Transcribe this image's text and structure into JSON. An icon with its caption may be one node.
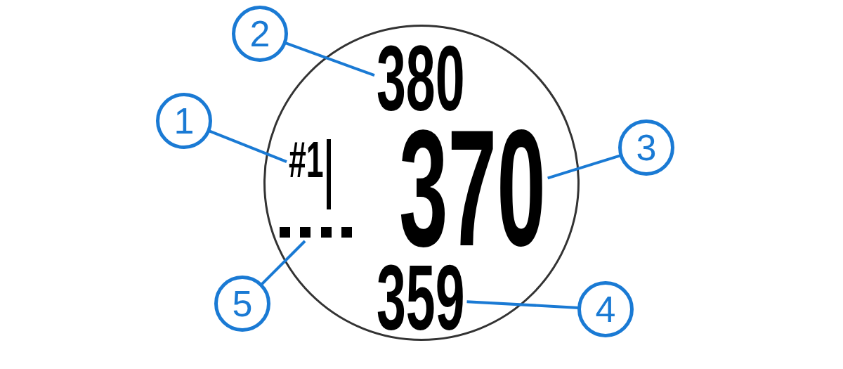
{
  "diagram": {
    "nodes": [
      {
        "text": [],
        "shape": "circle"
      },
      {
        "text": [
          "380"
        ],
        "in": 0
      },
      {
        "text": [
          "#1"
        ],
        "in": 0
      },
      {
        "text": [
          "370"
        ],
        "in": 0
      },
      {
        "text": [],
        "shape": "box",
        "in": 0
      },
      {
        "text": [
          "359"
        ],
        "in": 0
      },
      {
        "text": [
          "1"
        ]
      },
      {
        "text": [
          "2"
        ]
      },
      {
        "text": [
          "3"
        ]
      },
      {
        "text": [
          "4"
        ]
      },
      {
        "text": [
          "5"
        ]
      }
    ],
    "edges": [
      {
        "from": 6,
        "to": 2,
        "arrow": "none"
      },
      {
        "from": 7,
        "to": 1,
        "arrow": "none"
      },
      {
        "from": 8,
        "to": 3,
        "arrow": "none"
      },
      {
        "from": 9,
        "to": 5,
        "arrow": "none"
      },
      {
        "from": 10,
        "to": 4,
        "arrow": "none"
      }
    ]
  }
}
